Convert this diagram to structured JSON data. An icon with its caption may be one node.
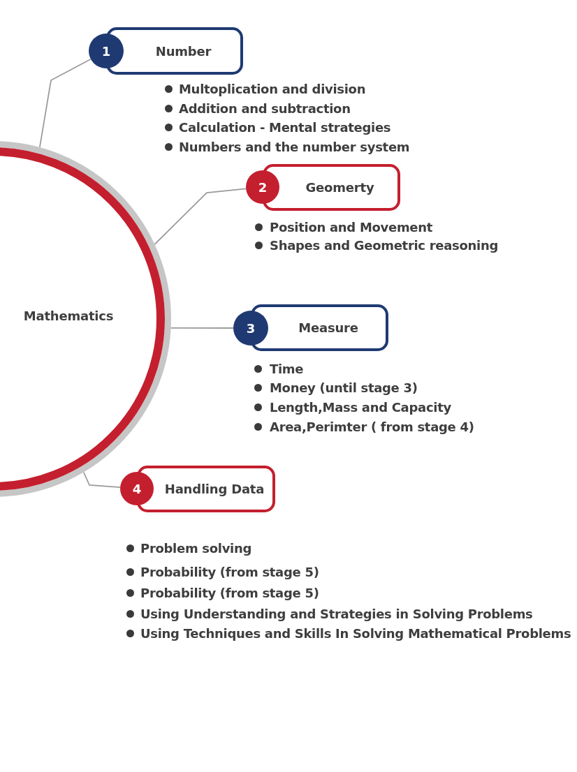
{
  "diagram": {
    "nodes": [
      {
        "text": [
          "Mathematics"
        ]
      },
      {
        "text": [
          "1"
        ]
      },
      {
        "text": [
          "Number"
        ],
        "beside": [
          "Multoplication and division",
          "Addition and subtraction",
          "Calculation - Mental strategies",
          "Numbers and the number system"
        ]
      },
      {
        "text": [
          "2"
        ]
      },
      {
        "text": [
          "Geomerty"
        ],
        "beside": [
          "Position and Movement",
          "Shapes and Geometric reasoning"
        ]
      },
      {
        "text": [
          "3"
        ]
      },
      {
        "text": [
          "Measure"
        ],
        "beside": [
          "Time",
          "Money (until stage 3)",
          "Length,Mass and Capacity",
          "Area,Perimter ( from stage 4)"
        ]
      },
      {
        "text": [
          "4"
        ]
      },
      {
        "text": [
          "Handling Data"
        ],
        "beside": [
          "Problem solving",
          "Probability (from stage 5)",
          "Probability (from stage 5)",
          "Using Understanding and Strategies in Solving Problems",
          "Using Techniques and Skills In Solving Mathematical Problems"
        ]
      }
    ],
    "edges": [
      {
        "from": 0,
        "to": 1,
        "arrow": "none"
      },
      {
        "from": 0,
        "to": 3,
        "arrow": "none"
      },
      {
        "from": 0,
        "to": 5,
        "arrow": "none"
      },
      {
        "from": 0,
        "to": 7,
        "arrow": "none"
      }
    ]
  }
}
